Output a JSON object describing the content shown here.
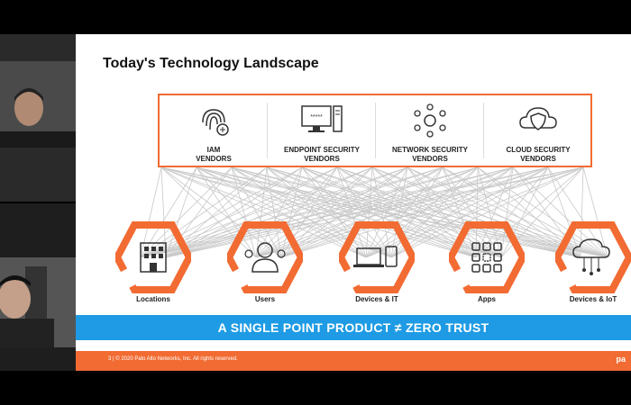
{
  "slide": {
    "title": "Today's Technology Landscape",
    "vendors": [
      {
        "line1": "IAM",
        "line2": "VENDORS",
        "icon": "fingerprint-icon"
      },
      {
        "line1": "ENDPOINT SECURITY",
        "line2": "VENDORS",
        "icon": "computer-icon"
      },
      {
        "line1": "NETWORK SECURITY",
        "line2": "VENDORS",
        "icon": "network-icon"
      },
      {
        "line1": "CLOUD SECURITY",
        "line2": "VENDORS",
        "icon": "cloud-shield-icon"
      }
    ],
    "categories": [
      {
        "label": "Locations",
        "icon": "building-icon"
      },
      {
        "label": "Users",
        "icon": "users-icon"
      },
      {
        "label": "Devices & IT",
        "icon": "devices-icon"
      },
      {
        "label": "Apps",
        "icon": "apps-grid-icon"
      },
      {
        "label": "Devices & IoT",
        "icon": "iot-cloud-icon"
      }
    ],
    "banner": "A SINGLE POINT PRODUCT ≠ ZERO TRUST",
    "footer": "3  |  © 2020 Palo Alto Networks, Inc. All rights reserved.",
    "logo": "pa"
  },
  "colors": {
    "accent": "#f26b32",
    "banner": "#1e9be4"
  }
}
